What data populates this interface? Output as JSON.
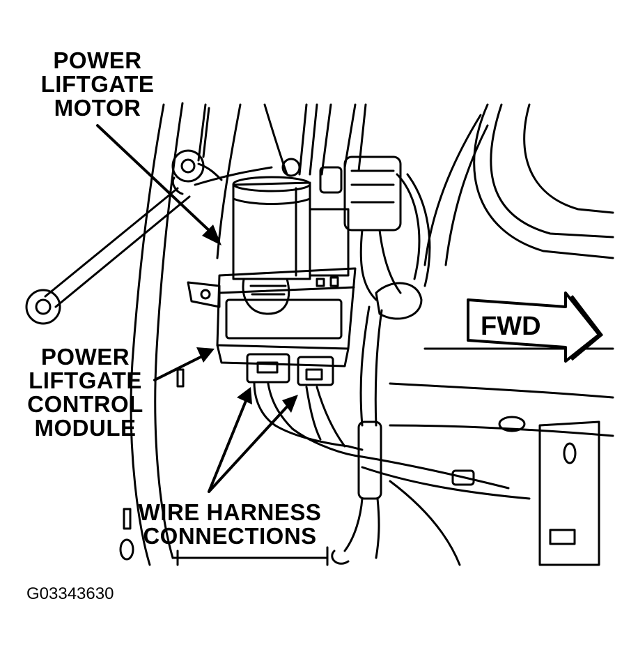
{
  "labels": {
    "motor": [
      "POWER",
      "LIFTGATE",
      "MOTOR"
    ],
    "module": [
      "POWER",
      "LIFTGATE",
      "CONTROL",
      "MODULE"
    ],
    "harness": [
      "WIRE HARNESS",
      "CONNECTIONS"
    ],
    "direction": "FWD"
  },
  "figure_code": "G03343630",
  "colors": {
    "ink": "#000000",
    "paper": "#ffffff"
  }
}
